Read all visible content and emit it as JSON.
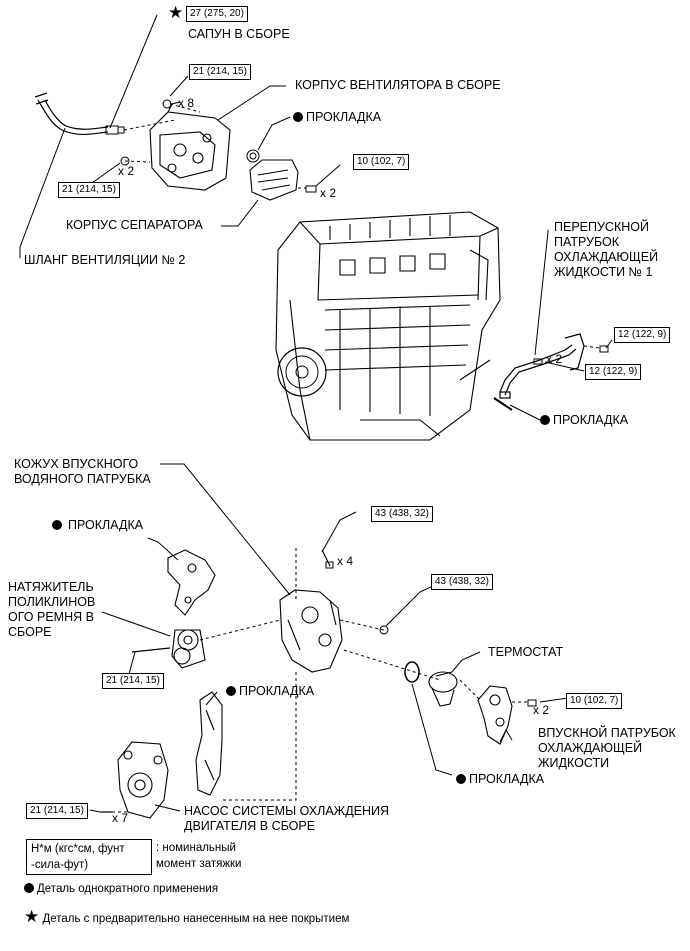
{
  "labels": {
    "breather": "САПУН В СБОРЕ",
    "fan_housing": "КОРПУС ВЕНТИЛЯТОРА В СБОРЕ",
    "gasket_top": "ПРОКЛАДКА",
    "separator_housing": "КОРПУС СЕПАРАТОРА",
    "vent_hose": "ШЛАНГ ВЕНТИЛЯЦИИ № 2",
    "bypass_pipe": "ПЕРЕПУСКНОЙ ПАТРУБОК ОХЛАЖДАЮЩЕЙ ЖИДКОСТИ № 1",
    "gasket_bypass": "ПРОКЛАДКА",
    "water_inlet_cover": "КОЖУХ ВПУСКНОГО ВОДЯНОГО ПАТРУБКА",
    "gasket_left": "ПРОКЛАДКА",
    "tensioner": "НАТЯЖИТЕЛЬ ПОЛИКЛИНОВ ОГО РЕМНЯ В СБОРЕ",
    "thermostat": "ТЕРМОСТАТ",
    "gasket_pump": "ПРОКЛАДКА",
    "water_inlet": "ВПУСКНОЙ ПАТРУБОК ОХЛАЖДАЮЩЕЙ ЖИДКОСТИ",
    "gasket_thermostat": "ПРОКЛАДКА",
    "water_pump": "НАСОС СИСТЕМЫ ОХЛАЖДЕНИЯ ДВИГАТЕЛЯ В СБОРЕ"
  },
  "torques": {
    "breather": "27 (275, 20)",
    "fan_bolts": "21 (214, 15)",
    "fan_nuts": "21 (214, 15)",
    "separator": "10 (102, 7)",
    "bypass_top": "12 (122, 9)",
    "bypass_bottom": "12 (122, 9)",
    "cover_bolts": "43 (438, 32)",
    "cover_nut": "43 (438, 32)",
    "tensioner": "21 (214, 15)",
    "water_inlet": "10 (102, 7)",
    "pump": "21 (214, 15)"
  },
  "counts": {
    "fan_bolts": "x 8",
    "fan_nuts": "x 2",
    "separator": "x 2",
    "bypass": "x 2",
    "cover_bolts": "x 4",
    "water_inlet": "x 2",
    "pump": "x 7"
  },
  "legend": {
    "units": "Н*м (кгс*см, фунт -сила-фут)",
    "units_desc": ": номинальный момент затяжки",
    "single_use": "Деталь однократного применения",
    "precoated": "Деталь с предварительно нанесенным на нее покрытием"
  },
  "symbols": {
    "dot": "●",
    "star": "★"
  }
}
